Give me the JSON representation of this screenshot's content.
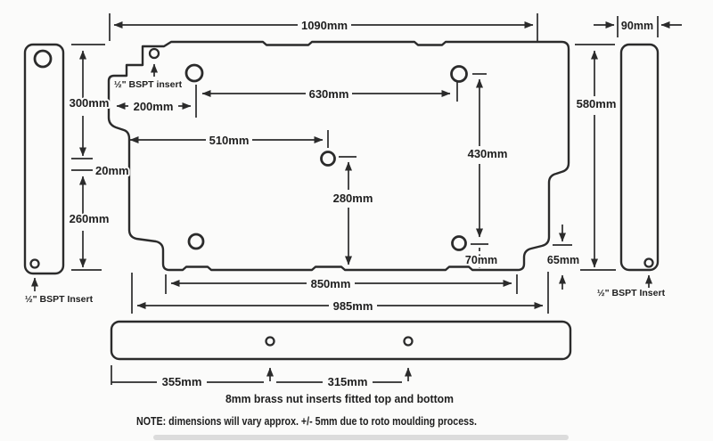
{
  "colors": {
    "line": "#2b2b2b",
    "text": "#1e1e1e",
    "bg": "#fbfbfa"
  },
  "top_view": {
    "dim_overall_width": "1090mm",
    "dim_left_upper": "300mm",
    "dim_left_step": "20mm",
    "dim_left_lower": "260mm",
    "dim_notch_to_hole": "200mm",
    "dim_top_holes_span": "630mm",
    "dim_center_hole_x": "510mm",
    "dim_center_hole_y": "280mm",
    "dim_right_holes_span": "430mm",
    "dim_overall_height": "580mm",
    "dim_right_step": "65mm",
    "dim_bottom_right_hole": "70mm",
    "dim_bottom_width": "850mm",
    "dim_step_width": "985mm",
    "bspt_label": "½\" BSPT insert"
  },
  "left_side_view": {
    "bspt_label": "½\" BSPT Insert"
  },
  "right_side_view": {
    "dim_width": "90mm",
    "bspt_label": "½\" BSPT Insert"
  },
  "front_view": {
    "dim_left_to_hole": "355mm",
    "dim_holes_span": "315mm",
    "caption": "8mm brass nut inserts fitted top and bottom"
  },
  "footnote": "NOTE: dimensions will vary approx. +/- 5mm due to roto moulding process."
}
